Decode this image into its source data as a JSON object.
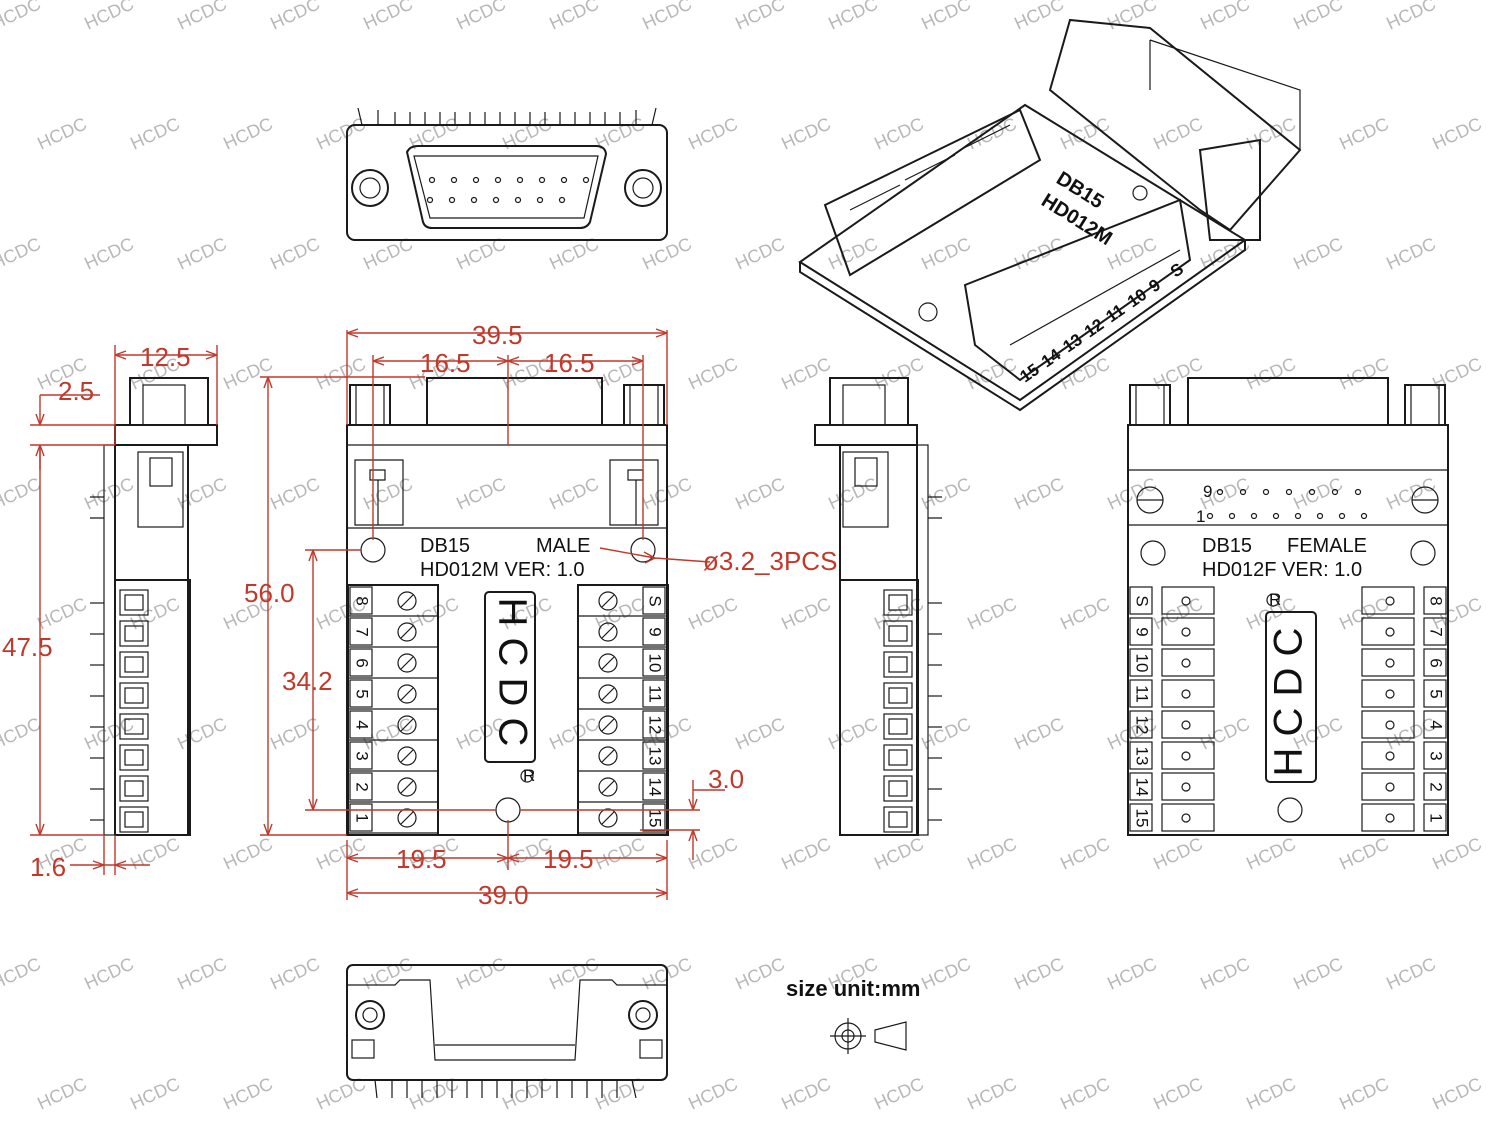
{
  "watermark": "HCDC",
  "male": {
    "model": "DB15",
    "gender": "MALE",
    "version": "HD012M VER: 1.0",
    "left_pins": [
      "8",
      "7",
      "6",
      "5",
      "4",
      "3",
      "2",
      "1"
    ],
    "right_pins": [
      "S",
      "9",
      "10",
      "11",
      "12",
      "13",
      "14",
      "15"
    ]
  },
  "female": {
    "model": "DB15",
    "gender": "FEMALE",
    "version": "HD012F VER: 1.0",
    "left_pins": [
      "S",
      "9",
      "10",
      "11",
      "12",
      "13",
      "14",
      "15"
    ],
    "right_pins": [
      "8",
      "7",
      "6",
      "5",
      "4",
      "3",
      "2",
      "1"
    ],
    "row_top_label": "9",
    "row_bottom_label": "1"
  },
  "iso_view": {
    "model": "DB15",
    "version": "HD012M",
    "pins": [
      "15",
      "14",
      "13",
      "12",
      "11",
      "10",
      "9",
      "S"
    ]
  },
  "logo": {
    "letters": [
      "H",
      "C",
      "D",
      "C"
    ],
    "registered": "R"
  },
  "dimensions": {
    "width_top": "39.5",
    "offset_left": "16.5",
    "offset_right": "16.5",
    "width_bottom": "39.0",
    "bottom_left": "19.5",
    "bottom_right": "19.5",
    "height_total": "56.0",
    "height_holes": "34.2",
    "hole_offset": "3.0",
    "hole_spec": "ø3.2_3PCS",
    "side_width": "12.5",
    "side_step": "2.5",
    "side_height": "47.5",
    "side_pcb": "1.6"
  },
  "unit_note": "size unit:mm",
  "colors": {
    "lines": "#1a1a1a",
    "dimensions": "#c0392b",
    "watermark": "#b8b8b8"
  }
}
